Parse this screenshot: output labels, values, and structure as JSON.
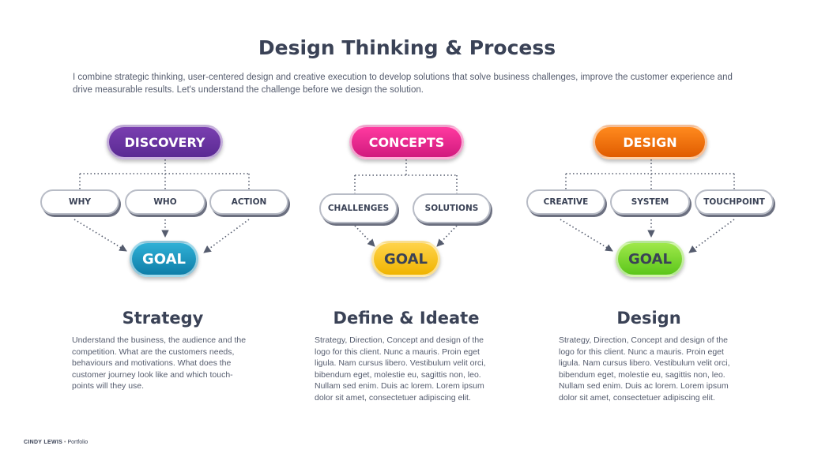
{
  "title": "Design Thinking & Process",
  "intro": "I combine strategic thinking, user-centered design and creative execution to develop solutions that solve business challenges, improve the customer experience and drive measurable results.  Let's understand the challenge before we design the solution.",
  "columns": [
    {
      "header": "DISCOVERY",
      "subs": [
        "WHY",
        "WHO",
        "ACTION"
      ],
      "goal": "GOAL",
      "section_title": "Strategy",
      "section_body": "Understand the business, the audience and the competition. What are the customers needs, behaviours and motivations. What does the customer journey look like and which touch-points will they use."
    },
    {
      "header": "CONCEPTS",
      "subs": [
        "CHALLENGES",
        "SOLUTIONS"
      ],
      "goal": "GOAL",
      "section_title": "Define & Ideate",
      "section_body": "Strategy, Direction, Concept and design of the logo for this client. Nunc a mauris. Proin eget ligula. Nam cursus libero. Vestibulum velit orci, bibendum eget, molestie eu, sagittis non, leo. Nullam sed enim. Duis ac lorem. Lorem ipsum dolor sit amet, consectetuer adipiscing elit."
    },
    {
      "header": "DESIGN",
      "subs": [
        "CREATIVE",
        "SYSTEM",
        "TOUCHPOINT"
      ],
      "goal": "GOAL",
      "section_title": "Design",
      "section_body": "Strategy, Direction, Concept and design of the logo for this client. Nunc a mauris. Proin eget ligula. Nam cursus libero. Vestibulum velit orci, bibendum eget, molestie eu, sagittis non, leo. Nullam sed enim. Duis ac lorem. Lorem ipsum dolor sit amet, consectetuer adipiscing elit."
    }
  ],
  "footer": {
    "brand": "CINDY LEWIS",
    "separator": "•",
    "label": "Portfolio"
  },
  "colors": {
    "discovery": "#6a33a3",
    "concepts": "#e8268f",
    "design": "#f06d0a",
    "goal_blue": "#1a96c2",
    "goal_yellow": "#f7c21f",
    "goal_green": "#7ad634",
    "text": "#3a4256"
  }
}
